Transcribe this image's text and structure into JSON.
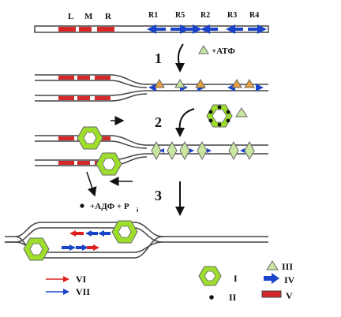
{
  "top_labels": {
    "L": "L",
    "M": "M",
    "R": "R",
    "R1": "R1",
    "R5": "R5",
    "R2": "R2",
    "R3": "R3",
    "R4": "R4"
  },
  "steps": {
    "one": "1",
    "two": "2",
    "three": "3"
  },
  "reactions": {
    "atp": "+АТФ",
    "adp": "+АДФ + P",
    "adp_sub": "i"
  },
  "legend": {
    "I": "I",
    "II": "II",
    "III": "III",
    "IV": "IV",
    "V": "V",
    "VI": "VI",
    "VII": "VII"
  },
  "colors": {
    "dna_outline": "#444444",
    "red_box": "#d62828",
    "blue_arrow": "#1a44c8",
    "triangle": "#c8e6a0",
    "hexagon": "#9ddf2a",
    "hexagon_inner": "#ffffff",
    "arrow_red": "#e02020"
  },
  "icons": {
    "I": "hexagon-ring-icon",
    "II": "dot-icon",
    "III": "triangle-icon",
    "IV": "blue-arrow-icon",
    "V": "red-box-icon",
    "VI": "red-arrow-icon",
    "VII": "blue-arrow-icon"
  }
}
